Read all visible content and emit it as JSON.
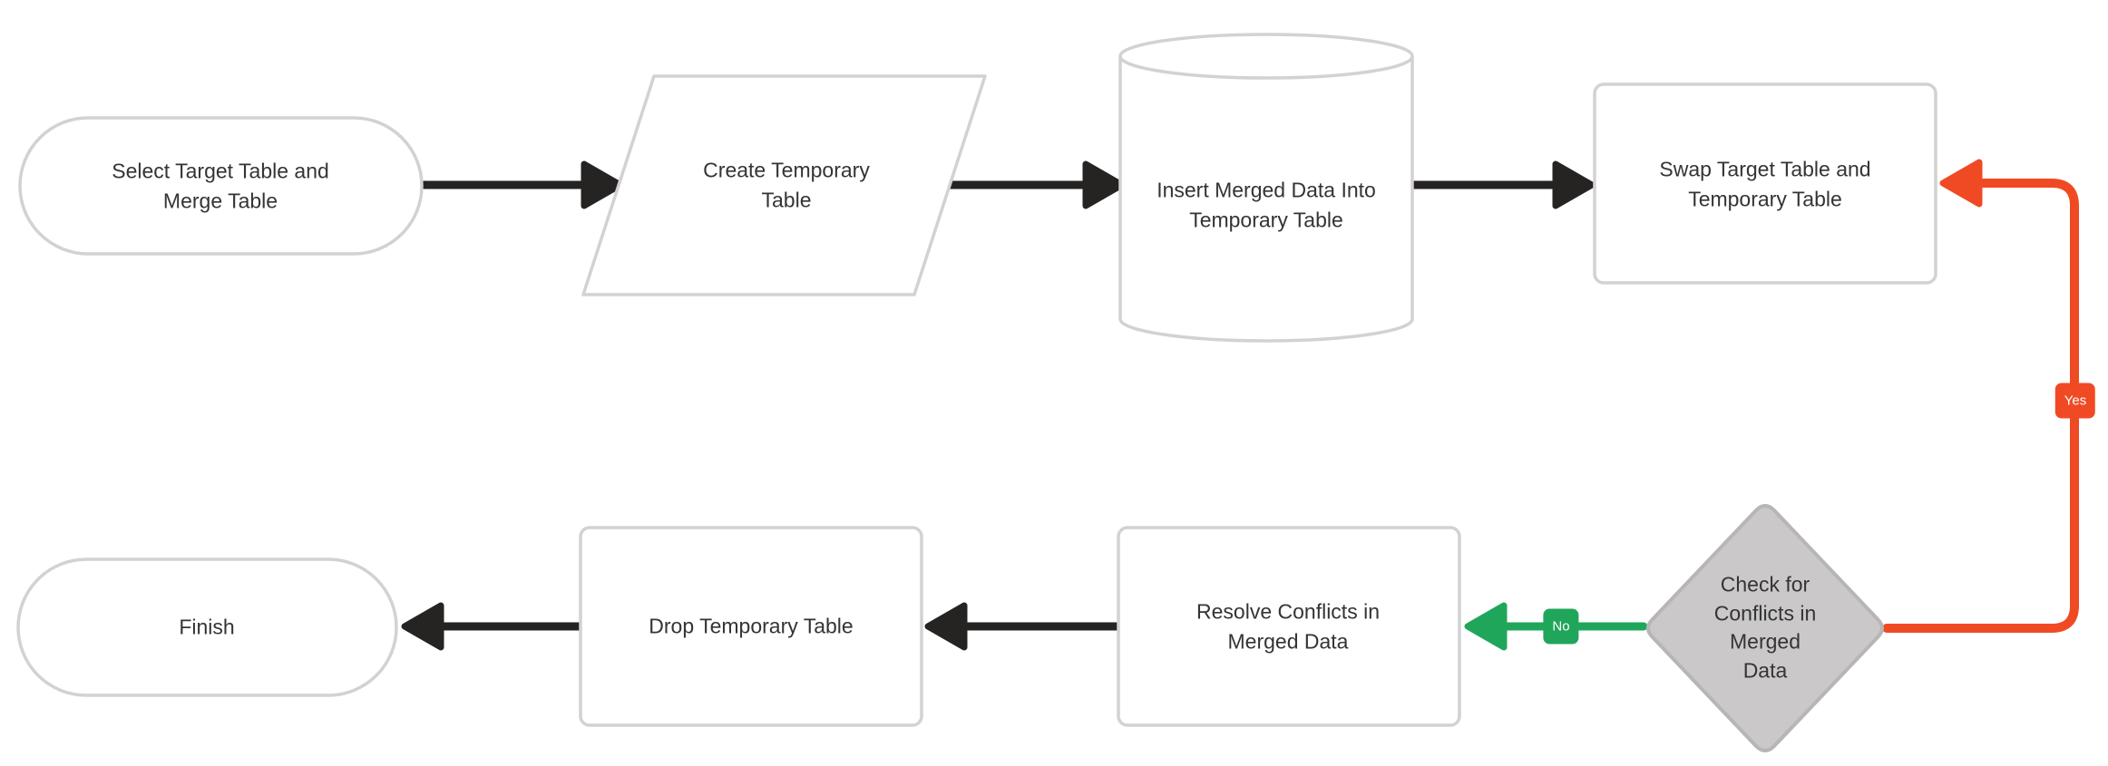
{
  "diagram": {
    "type": "flowchart",
    "direction": "left-to-right",
    "colors": {
      "background": "#ffffff",
      "node_fill": "#ffffff",
      "node_border": "#d3d1d1",
      "decision_fill": "#cac8c8",
      "decision_border": "#b7b5b5",
      "text": "#343434",
      "edge_black": "#262323",
      "edge_yes": "#f04a24",
      "edge_no": "#20a65b",
      "badge_text": "#ffffff"
    },
    "nodes": [
      {
        "id": "start",
        "shape": "stadium",
        "label": "Select Target Table and\nMerge Table"
      },
      {
        "id": "create",
        "shape": "parallelogram",
        "label": "Create Temporary\nTable"
      },
      {
        "id": "insert",
        "shape": "cylinder",
        "label": "Insert Merged Data Into\nTemporary Table"
      },
      {
        "id": "swap",
        "shape": "rectangle",
        "label": "Swap Target Table and\nTemporary Table"
      },
      {
        "id": "check",
        "shape": "diamond",
        "label": "Check for\nConflicts in\nMerged\nData"
      },
      {
        "id": "resolve",
        "shape": "rectangle",
        "label": "Resolve Conflicts in\nMerged Data"
      },
      {
        "id": "drop",
        "shape": "rectangle",
        "label": "Drop Temporary Table"
      },
      {
        "id": "finish",
        "shape": "stadium",
        "label": "Finish"
      }
    ],
    "edges": [
      {
        "from": "start",
        "to": "create",
        "label": "",
        "color": "black"
      },
      {
        "from": "create",
        "to": "insert",
        "label": "",
        "color": "black"
      },
      {
        "from": "insert",
        "to": "swap",
        "label": "",
        "color": "black"
      },
      {
        "from": "check",
        "to": "swap",
        "label": "Yes",
        "color": "red"
      },
      {
        "from": "check",
        "to": "resolve",
        "label": "No",
        "color": "green"
      },
      {
        "from": "resolve",
        "to": "drop",
        "label": "",
        "color": "black"
      },
      {
        "from": "drop",
        "to": "finish",
        "label": "",
        "color": "black"
      }
    ]
  }
}
